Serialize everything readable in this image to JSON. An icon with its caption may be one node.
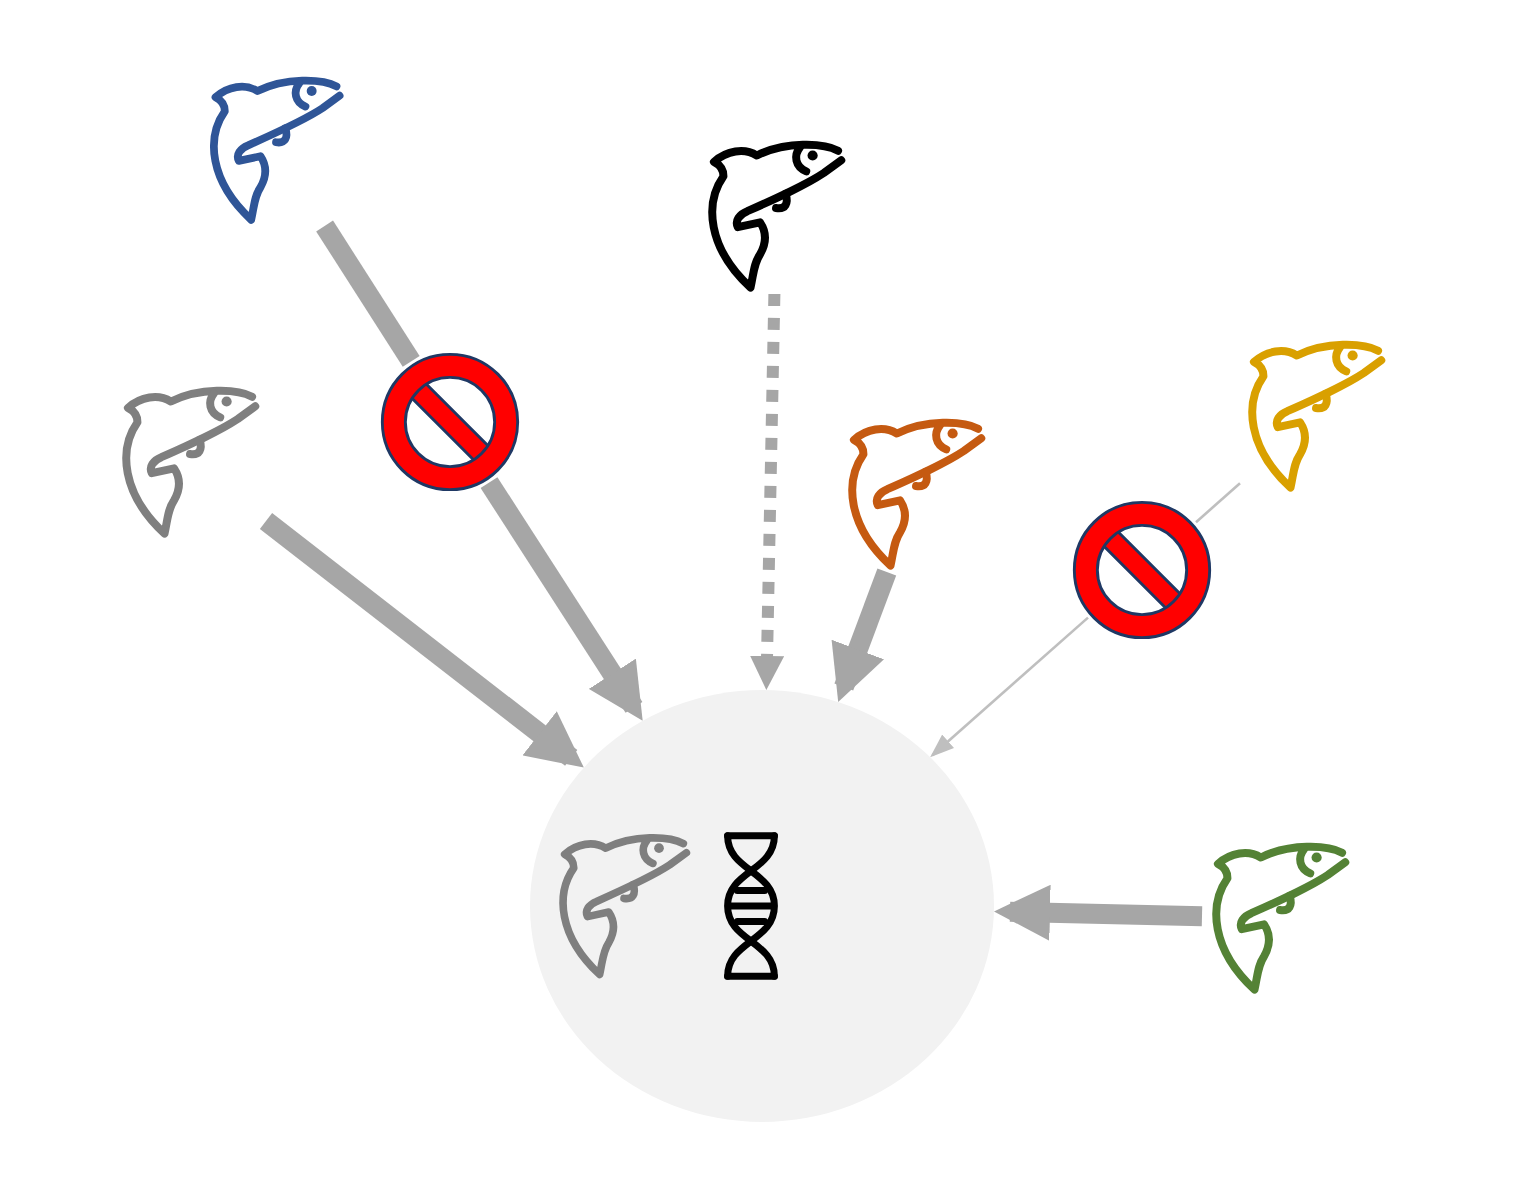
{
  "diagram": {
    "nodes": [
      {
        "text": [],
        "shape": "picture"
      },
      {
        "text": [],
        "shape": "picture"
      },
      {
        "text": [],
        "shape": "picture"
      },
      {
        "text": [],
        "shape": "picture"
      },
      {
        "text": [],
        "shape": "picture"
      },
      {
        "text": [],
        "shape": "picture"
      },
      {
        "text": [],
        "shape": "picture"
      },
      {
        "text": [],
        "shape": "circle"
      },
      {
        "text": [],
        "shape": "picture",
        "in": 7
      },
      {
        "text": [],
        "shape": "picture",
        "in": 7
      },
      {
        "text": [],
        "shape": "picture"
      }
    ],
    "edges": [
      {
        "from": 0,
        "to": 4,
        "arrow": "none"
      },
      {
        "from": 4,
        "to": 7,
        "arrow": "to"
      },
      {
        "from": 1,
        "to": 7,
        "arrow": "to",
        "style": "dashed"
      },
      {
        "from": 2,
        "to": 6,
        "arrow": "none",
        "color": "#bfbfbf"
      },
      {
        "from": 6,
        "to": 7,
        "arrow": "to",
        "color": "#bfbfbf"
      },
      {
        "from": 3,
        "to": 7,
        "arrow": "to"
      },
      {
        "from": 5,
        "to": 7,
        "arrow": "to"
      },
      {
        "from": 10,
        "to": 7,
        "arrow": "to"
      }
    ]
  }
}
